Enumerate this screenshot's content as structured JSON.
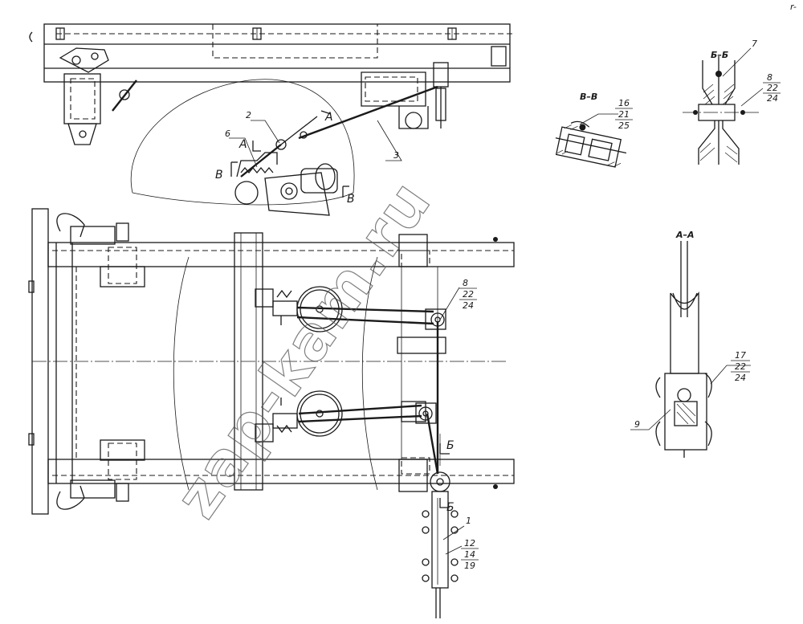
{
  "watermark": "zap-kam.ru",
  "corner_mark": "r-",
  "sections": {
    "bb": "Б–Б",
    "vv": "В–В",
    "aa": "А–А"
  },
  "cut_marks": {
    "a": "А",
    "v": "В",
    "b": "Б"
  },
  "callouts": {
    "top_view": [
      {
        "id": "2",
        "text": "2"
      },
      {
        "id": "6",
        "text": "6"
      },
      {
        "id": "3",
        "text": "3"
      }
    ],
    "section_bb": [
      {
        "id": "7",
        "text": "7"
      },
      {
        "id": "8",
        "lines": [
          "8",
          "22",
          "24"
        ]
      }
    ],
    "section_vv": {
      "lines": [
        "16",
        "21",
        "25"
      ]
    },
    "section_aa": [
      {
        "id": "17",
        "lines": [
          "17",
          "22",
          "24"
        ]
      },
      {
        "id": "9",
        "text": "9"
      }
    ],
    "plan_view": [
      {
        "id": "8",
        "lines": [
          "8",
          "22",
          "24"
        ]
      },
      {
        "id": "1",
        "text": "1"
      },
      {
        "id": "12",
        "lines": [
          "12",
          "14",
          "19"
        ]
      }
    ]
  }
}
